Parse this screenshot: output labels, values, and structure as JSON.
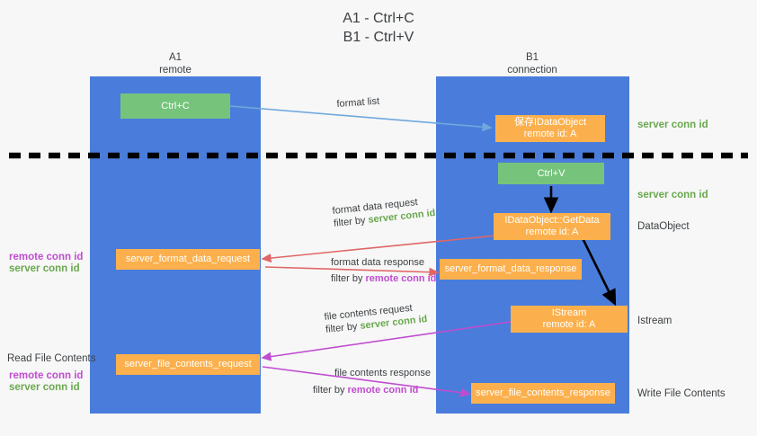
{
  "title": "A1 - Ctrl+C\nB1 - Ctrl+V",
  "colors": {
    "lane": "#4a7ddb",
    "green_box": "#76c47c",
    "orange_box": "#fbb04d",
    "green_text": "#6aa84f",
    "pink_text": "#c04dd0",
    "arrow_light_blue": "#6fa8dc",
    "arrow_red": "#e06666",
    "arrow_magenta": "#c04dd0",
    "arrow_black": "#000000",
    "background": "#f7f7f7",
    "dash": "#000000"
  },
  "lanes": [
    {
      "id": "a1",
      "name": "A1",
      "sub": "remote"
    },
    {
      "id": "b1",
      "name": "B1",
      "sub": "connection"
    }
  ],
  "boxes": [
    {
      "id": "ctrl_c",
      "line1": "Ctrl+C",
      "line2": "",
      "style": "green"
    },
    {
      "id": "save_ido",
      "line1": "保存IDataObject",
      "line2": "remote id: A",
      "style": "orange"
    },
    {
      "id": "ctrl_v",
      "line1": "Ctrl+V",
      "line2": "",
      "style": "green"
    },
    {
      "id": "getdata",
      "line1": "IDataObject::GetData",
      "line2": "remote id: A",
      "style": "orange"
    },
    {
      "id": "fdreq",
      "line1": "server_format_data_request",
      "line2": "",
      "style": "orange"
    },
    {
      "id": "fdresp",
      "line1": "server_format_data_response",
      "line2": "",
      "style": "orange"
    },
    {
      "id": "istream",
      "line1": "IStream",
      "line2": "remote id: A",
      "style": "orange"
    },
    {
      "id": "fcreq",
      "line1": "server_file_contents_request",
      "line2": "",
      "style": "orange"
    },
    {
      "id": "fcresp",
      "line1": "server_file_contents_response",
      "line2": "",
      "style": "orange"
    }
  ],
  "right_annotations": [
    {
      "id": "r1",
      "text": "server conn id",
      "kind": "green"
    },
    {
      "id": "r2",
      "text": "server conn id",
      "kind": "green"
    },
    {
      "id": "r3",
      "text": "DataObject",
      "kind": "plain"
    },
    {
      "id": "r4",
      "text": "Istream",
      "kind": "plain"
    },
    {
      "id": "r5",
      "text": "Write File Contents",
      "kind": "plain"
    }
  ],
  "left_annotations": [
    {
      "id": "l1a",
      "text": "remote conn id",
      "kind": "pink"
    },
    {
      "id": "l1b",
      "text": "server conn id",
      "kind": "green"
    },
    {
      "id": "l2",
      "text": "Read File Contents",
      "kind": "plain"
    },
    {
      "id": "l3a",
      "text": "remote conn id",
      "kind": "pink"
    },
    {
      "id": "l3b",
      "text": "server conn id",
      "kind": "green"
    }
  ],
  "arrow_labels": [
    {
      "id": "lbl_format_list",
      "line1": "format list",
      "prefix": "",
      "token": "",
      "token_kind": ""
    },
    {
      "id": "lbl_fd_request",
      "line1": "format data request",
      "prefix": "filter by ",
      "token": "server conn id",
      "token_kind": "green"
    },
    {
      "id": "lbl_fd_response",
      "line1": "format data response",
      "prefix": "filter by ",
      "token": "remote conn id",
      "token_kind": "pink"
    },
    {
      "id": "lbl_fc_request",
      "line1": "file contents request",
      "prefix": "filter by ",
      "token": "server conn id",
      "token_kind": "green"
    },
    {
      "id": "lbl_fc_response",
      "line1": "file contents response",
      "prefix": "filter by ",
      "token": "remote conn id",
      "token_kind": "pink"
    }
  ]
}
